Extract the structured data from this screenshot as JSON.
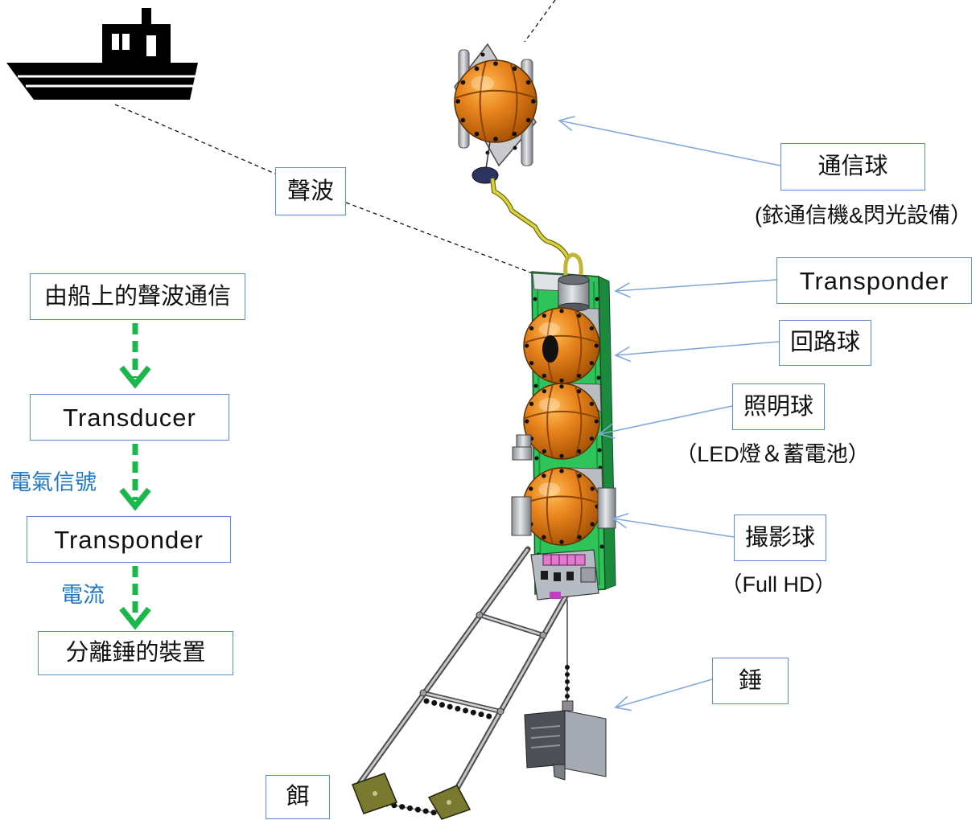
{
  "diagram": {
    "sound_wave_label": "聲波",
    "components": {
      "comm_sphere": {
        "label": "通信球",
        "note": "(銥通信機&閃光設備）"
      },
      "transponder": {
        "label": "Transponder"
      },
      "circuit_sphere": {
        "label": "回路球"
      },
      "light_sphere": {
        "label": "照明球",
        "note": "（LED燈＆蓄電池）"
      },
      "camera_sphere": {
        "label": "撮影球",
        "note": "（Full HD）"
      },
      "weight": {
        "label": "錘"
      },
      "bait": {
        "label": "餌"
      }
    }
  },
  "flow": {
    "steps": [
      "由船上的聲波通信",
      "Transducer",
      "Transponder",
      "分離錘的裝置"
    ],
    "transitions": [
      "電氣信號",
      "電流"
    ]
  },
  "icons": {
    "vessel": "ship-icon"
  },
  "colors": {
    "box_border": "#5b8ed0",
    "callout_arrow": "#7fa9da",
    "flow_arrow": "#1ab84b",
    "transition_text": "#1f78c4",
    "sphere": "#e47b12",
    "frame": "#2bbf55"
  }
}
